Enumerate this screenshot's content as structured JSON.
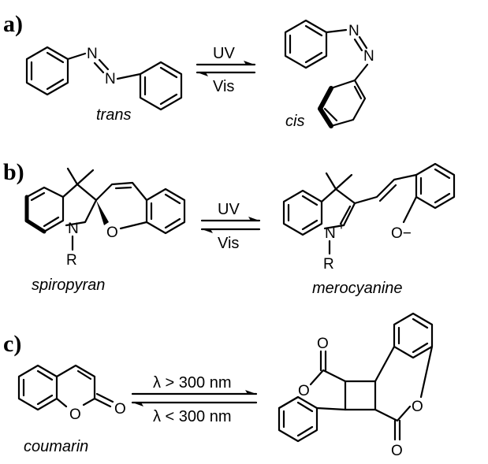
{
  "panels": {
    "a": {
      "label": "a)",
      "reactant_name": "trans",
      "product_name": "cis",
      "forward_label": "UV",
      "reverse_label": "Vis",
      "n_label": "N"
    },
    "b": {
      "label": "b)",
      "reactant_name": "spiropyran",
      "product_name": "merocyanine",
      "forward_label": "UV",
      "reverse_label": "Vis",
      "n_label": "N",
      "o_label": "O",
      "r_label": "R",
      "plus_label": "+",
      "o_minus_label": "O−"
    },
    "c": {
      "label": "c)",
      "reactant_name": "coumarin",
      "forward_label": "λ > 300 nm",
      "reverse_label": "λ < 300 nm",
      "o_label": "O"
    }
  }
}
